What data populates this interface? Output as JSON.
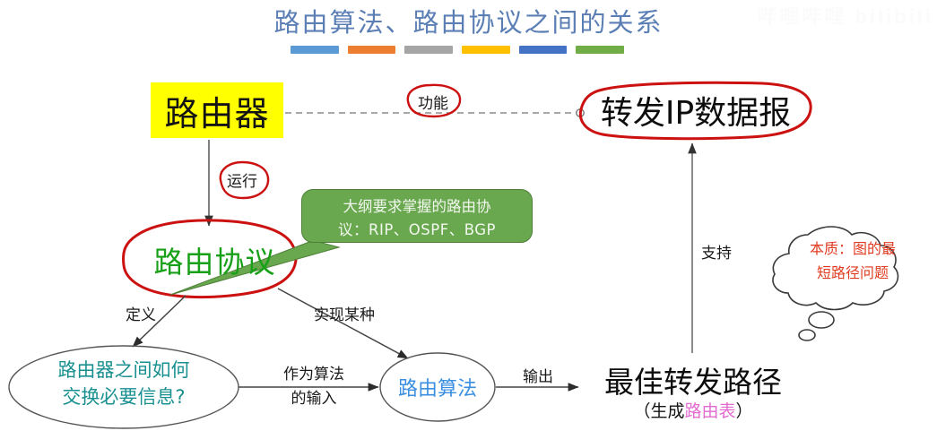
{
  "page": {
    "title": "路由算法、路由协议之间的关系",
    "watermark": "哔哩哔哩 bilibili"
  },
  "title_bars": [
    {
      "name": "bar-light-blue",
      "color": "#5b9bd5"
    },
    {
      "name": "bar-orange",
      "color": "#ed7d31"
    },
    {
      "name": "bar-gray",
      "color": "#a5a5a5"
    },
    {
      "name": "bar-yellow",
      "color": "#ffc000"
    },
    {
      "name": "bar-dark-blue",
      "color": "#4472c4"
    },
    {
      "name": "bar-green",
      "color": "#70ad47"
    }
  ],
  "nodes": {
    "router": "路由器",
    "forward_ip": "转发IP数据报",
    "routing_protocol": "路由协议",
    "question": {
      "line1": "路由器之间如何",
      "line2": "交换必要信息?"
    },
    "routing_algorithm": "路由算法",
    "best_path": "最佳转发路径",
    "best_path_note_prefix": "（生成",
    "best_path_note_highlight": "路由表",
    "best_path_note_suffix": "）"
  },
  "edge_labels": {
    "function": "功能",
    "run": "运行",
    "define": "定义",
    "implement": "实现某种",
    "as_input": {
      "line1": "作为算法",
      "line2": "的输入"
    },
    "output": "输出",
    "support": "支持"
  },
  "callout": {
    "line1": "大纲要求掌握的路由协",
    "line2": "议：RIP、OSPF、BGP",
    "underlined_terms": [
      "RIP",
      "OSPF",
      "BGP"
    ]
  },
  "thought_bubble": {
    "line1": "本质：图的最",
    "line2": "短路径问题"
  },
  "colors": {
    "title": "#5b7fb5",
    "router_fill": "#ffff00",
    "annotation_red": "#cc1111",
    "protocol_green": "#18a018",
    "algorithm_blue": "#3b8fe0",
    "question_teal": "#1a9090",
    "callout_green": "#6aa84f",
    "route_table_pink": "#e36ad0",
    "bubble_red": "#e03b20"
  }
}
